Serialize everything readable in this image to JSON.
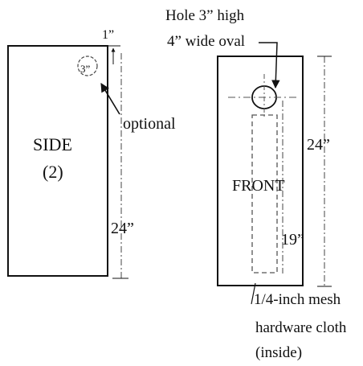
{
  "side_view": {
    "title": "SIDE",
    "count": "(2)",
    "top_offset": "1”",
    "hole_size": "3”",
    "hole_note": "optional",
    "height": "24”"
  },
  "front_view": {
    "title": "FRONT",
    "hole_line1": "Hole 3” high",
    "hole_line2": "4” wide oval",
    "height": "24”",
    "mesh_height": "19”",
    "mesh_line1": "1/4-inch mesh",
    "mesh_line2": "hardware cloth",
    "mesh_line3": "(inside)"
  },
  "colors": {
    "ink": "#111111",
    "dashed": "#555555"
  }
}
